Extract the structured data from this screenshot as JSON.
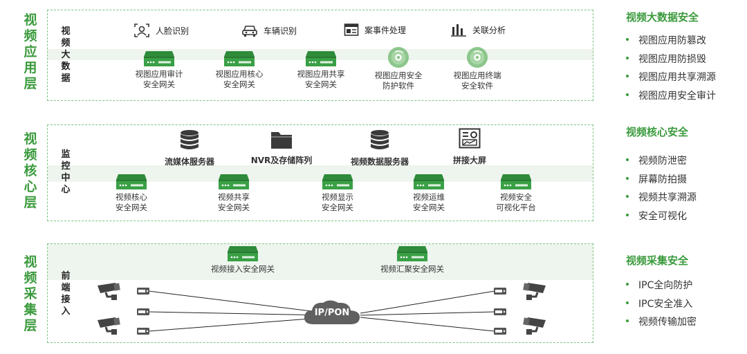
{
  "layers": [
    {
      "label": "视频应用层",
      "sub_label": "视频大数据",
      "top_items": [
        "人脸识别",
        "车辆识别",
        "案事件处理",
        "关联分析"
      ],
      "devices": [
        {
          "caption": [
            "视图应用审计",
            "安全网关"
          ],
          "icon": "gateway-server-icon"
        },
        {
          "caption": [
            "视图应用核心",
            "安全网关"
          ],
          "icon": "gateway-server-icon"
        },
        {
          "caption": [
            "视图应用共享",
            "安全网关"
          ],
          "icon": "gateway-server-icon"
        },
        {
          "caption": [
            "视图应用安全",
            "防护软件"
          ],
          "icon": "software-disc-icon"
        },
        {
          "caption": [
            "视图应用终端",
            "安全软件"
          ],
          "icon": "software-disc-icon"
        }
      ]
    },
    {
      "label": "视频核心层",
      "sub_label": "监控中心",
      "top_items": [
        "流媒体服务器",
        "NVR及存储阵列",
        "视频数据服务器",
        "拼接大屏"
      ],
      "devices": [
        {
          "caption": [
            "视频核心",
            "安全网关"
          ],
          "icon": "gateway-server-icon"
        },
        {
          "caption": [
            "视频共享",
            "安全网关"
          ],
          "icon": "gateway-server-icon"
        },
        {
          "caption": [
            "视频显示",
            "安全网关"
          ],
          "icon": "gateway-server-icon"
        },
        {
          "caption": [
            "视频运维",
            "安全网关"
          ],
          "icon": "gateway-server-icon"
        },
        {
          "caption": [
            "视频安全",
            "可视化平台"
          ],
          "icon": "gateway-server-icon"
        }
      ]
    },
    {
      "label": "视频采集层",
      "sub_label": "前端接入",
      "devices": [
        {
          "caption": [
            "视频接入安全网关"
          ],
          "icon": "gateway-server-icon"
        },
        {
          "caption": [
            "视频汇聚安全网关"
          ],
          "icon": "gateway-server-icon"
        }
      ],
      "network_label": "IP/PON"
    }
  ],
  "side_sections": [
    {
      "title": "视频大数据安全",
      "items": [
        "视图应用防篡改",
        "视图应用防损毁",
        "视图应用共享溯源",
        "视图应用安全审计"
      ]
    },
    {
      "title": "视频核心安全",
      "items": [
        "视频防泄密",
        "屏幕防拍摄",
        "视频共享溯源",
        "安全可视化"
      ]
    },
    {
      "title": "视频采集安全",
      "items": [
        "IPC全向防护",
        "IPC安全准入",
        "视频传输加密"
      ]
    }
  ],
  "colors": {
    "accent": "#3a9a3c",
    "band": "#eef4ee",
    "device": "#2e8b3a"
  }
}
